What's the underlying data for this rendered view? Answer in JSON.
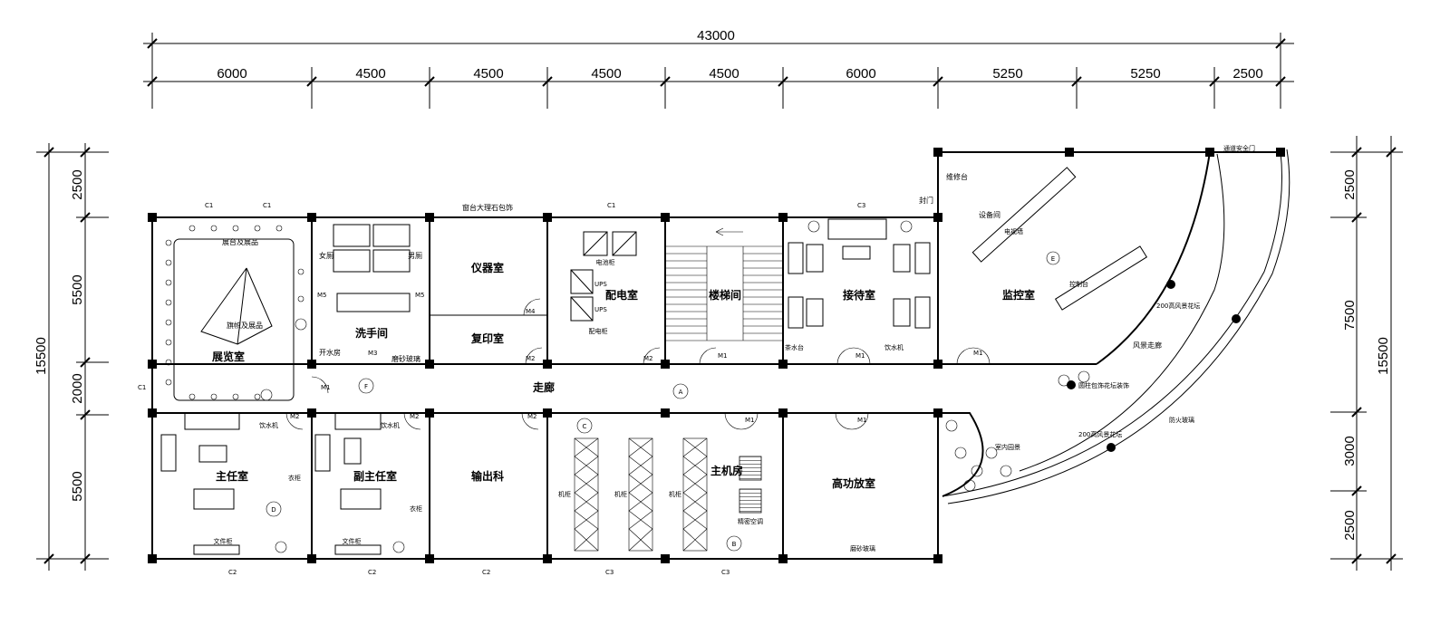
{
  "top_dims": {
    "total": "43000",
    "segments": [
      "6000",
      "4500",
      "4500",
      "4500",
      "4500",
      "6000",
      "5250",
      "5250",
      "2500"
    ]
  },
  "left_dims": {
    "total": "15500",
    "segments": [
      "2500",
      "5500",
      "2000",
      "5500"
    ]
  },
  "right_dims": {
    "total": "15500",
    "segments": [
      "2500",
      "7500",
      "3000",
      "2500"
    ]
  },
  "rooms": {
    "exhibit": "展览室",
    "exhibit_top": "展台及展品",
    "exhibit_center": "旗帜及展品",
    "washroom": "洗手间",
    "female": "女厕",
    "male": "男厕",
    "faucet": "开水房",
    "frosted": "磨砂玻璃",
    "instrument": "仪器室",
    "copy": "复印室",
    "power": "配电室",
    "battery": "电池柜",
    "ups": "UPS",
    "panel": "配电柜",
    "stair": "楼梯间",
    "reception": "接待室",
    "tea": "茶水台",
    "water": "饮水机",
    "equipment": "设备间",
    "tv_wall": "电视墙",
    "console": "控制台",
    "monitor": "监控室",
    "maint": "维修台",
    "corridor_view": "风景走廊",
    "corridor": "走廊",
    "director": "主任室",
    "vice_director": "副主任室",
    "file_cabinet": "文件柜",
    "wardrobe": "衣柜",
    "printout": "输出科",
    "machine_room": "主机房",
    "cabinet": "机柜",
    "precision_ac": "精密空调",
    "hp_room": "高功放室",
    "indoor_scene": "室内园景",
    "marble_cover": "窗台大理石包饰",
    "glass_curtain": "防火玻璃",
    "flower_box_1": "200高风景花坛",
    "flower_box_2": "200高风景花坛",
    "column_deco": "圆柱包饰花坛装饰",
    "safety_door": "通道安全门",
    "seal_door": "封门"
  },
  "tags": {
    "c1": "C1",
    "c2": "C2",
    "c3": "C3",
    "m1": "M1",
    "m2": "M2",
    "m3": "M3",
    "m5": "M5",
    "m4": "M4",
    "axis_a": "A",
    "axis_b": "B",
    "axis_c": "C",
    "axis_d": "D",
    "axis_e": "E",
    "axis_f": "F"
  }
}
